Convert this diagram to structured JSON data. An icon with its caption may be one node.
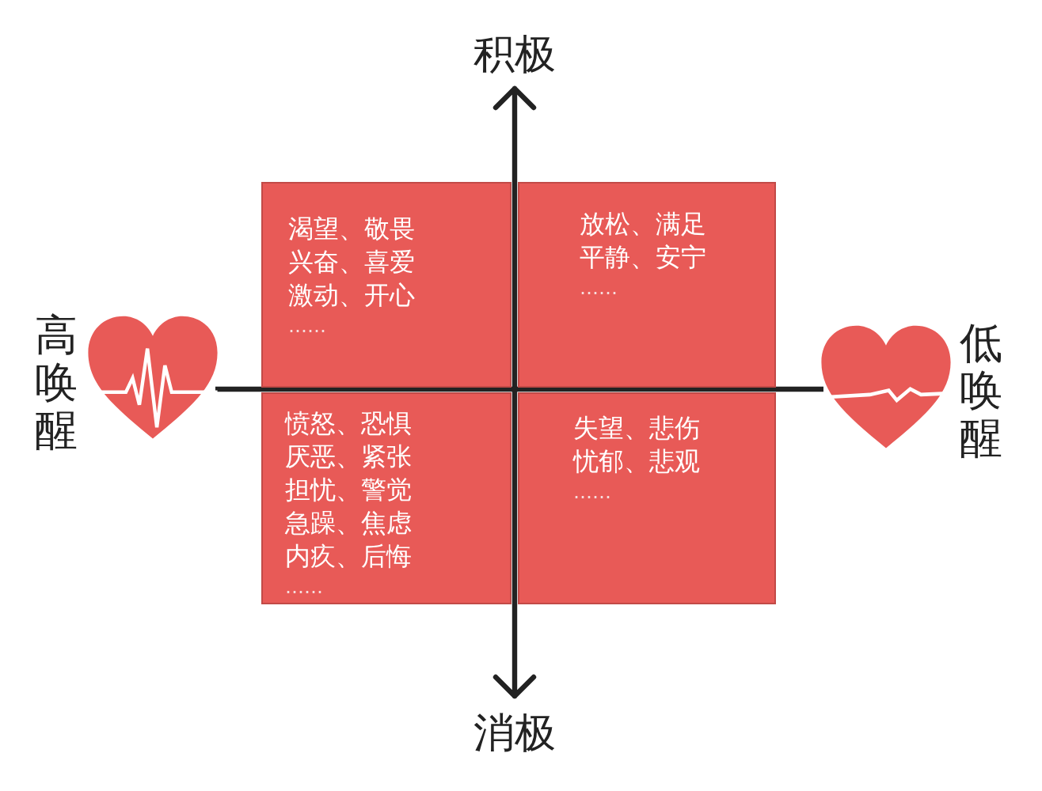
{
  "diagram": {
    "nodes": [
      {
        "text": [
          "渴望、敬畏",
          "兴奋、喜爱",
          "激动、开心",
          "……"
        ]
      },
      {
        "text": [
          "放松、满足",
          "平静、安宁",
          "……"
        ]
      },
      {
        "text": [
          "愤怒、恐惧",
          "厌恶、紧张",
          "担忧、警觉",
          "急躁、焦虑",
          "内疚、后悔",
          "……"
        ]
      },
      {
        "text": [
          "失望、悲伤",
          "忧郁、悲观",
          "……"
        ]
      }
    ],
    "labels": [
      "积极",
      "高唤醒",
      "低唤醒",
      "消极"
    ]
  }
}
